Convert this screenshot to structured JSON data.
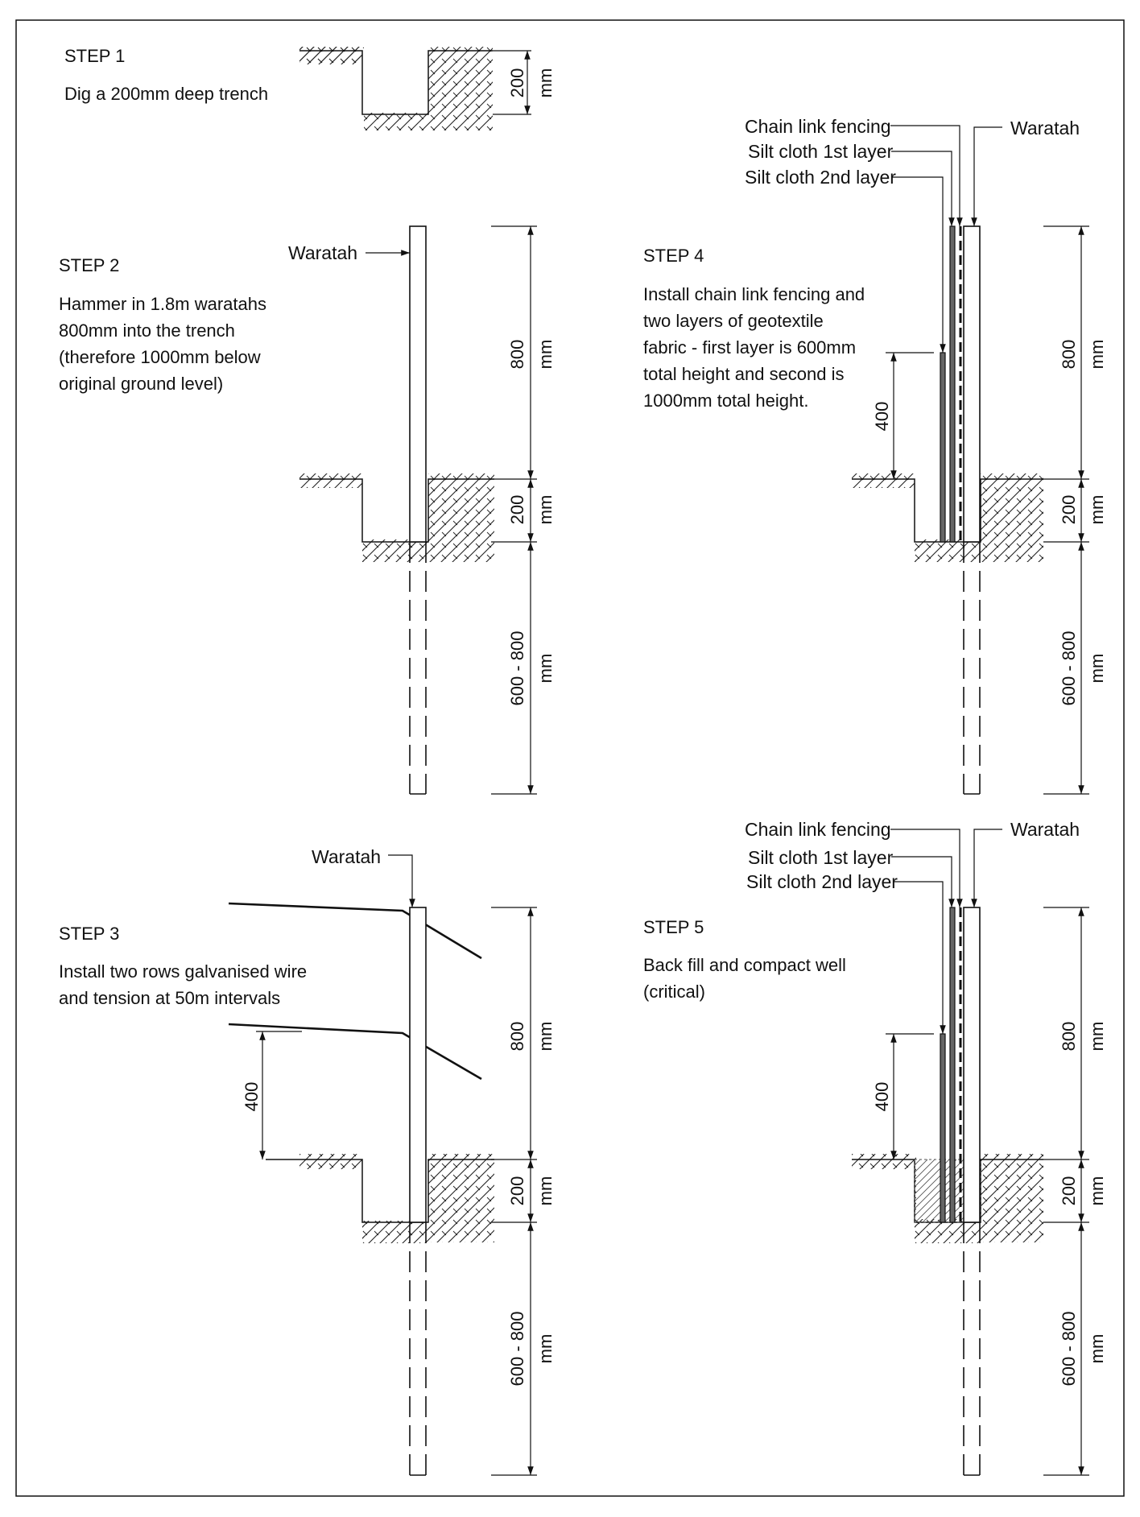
{
  "step1": {
    "title": "STEP 1",
    "desc": "Dig a 200mm deep trench",
    "dim_value": "200",
    "dim_unit": "mm"
  },
  "step2": {
    "title": "STEP 2",
    "desc_lines": [
      "Hammer in 1.8m waratahs",
      "800mm into the trench",
      "(therefore 1000mm below",
      "original ground level)"
    ],
    "waratah_label": "Waratah",
    "dims": [
      {
        "value": "800",
        "unit": "mm"
      },
      {
        "value": "200",
        "unit": "mm"
      },
      {
        "value": "600 - 800",
        "unit": "mm"
      }
    ]
  },
  "step3": {
    "title": "STEP 3",
    "desc_lines": [
      "Install two rows galvanised wire",
      "and tension at 50m intervals"
    ],
    "waratah_label": "Waratah",
    "wire_spacing": "400",
    "dims": [
      {
        "value": "800",
        "unit": "mm"
      },
      {
        "value": "200",
        "unit": "mm"
      },
      {
        "value": "600 - 800",
        "unit": "mm"
      }
    ]
  },
  "step4": {
    "title": "STEP 4",
    "desc_lines": [
      "Install chain link fencing and",
      "two layers of geotextile",
      "fabric - first layer is 600mm",
      "total height and second is",
      "1000mm total height."
    ],
    "labels": {
      "chain_link": "Chain link fencing",
      "silt1": "Silt cloth 1st layer",
      "silt2": "Silt cloth 2nd layer",
      "waratah": "Waratah"
    },
    "cloth_height": "400",
    "dims": [
      {
        "value": "800",
        "unit": "mm"
      },
      {
        "value": "200",
        "unit": "mm"
      },
      {
        "value": "600 - 800",
        "unit": "mm"
      }
    ]
  },
  "step5": {
    "title": "STEP 5",
    "desc_lines": [
      "Back fill and compact well",
      "(critical)"
    ],
    "labels": {
      "chain_link": "Chain link fencing",
      "silt1": "Silt cloth 1st layer",
      "silt2": "Silt cloth 2nd layer",
      "waratah": "Waratah"
    },
    "cloth_height": "400",
    "dims": [
      {
        "value": "800",
        "unit": "mm"
      },
      {
        "value": "200",
        "unit": "mm"
      },
      {
        "value": "600 - 800",
        "unit": "mm"
      }
    ]
  }
}
